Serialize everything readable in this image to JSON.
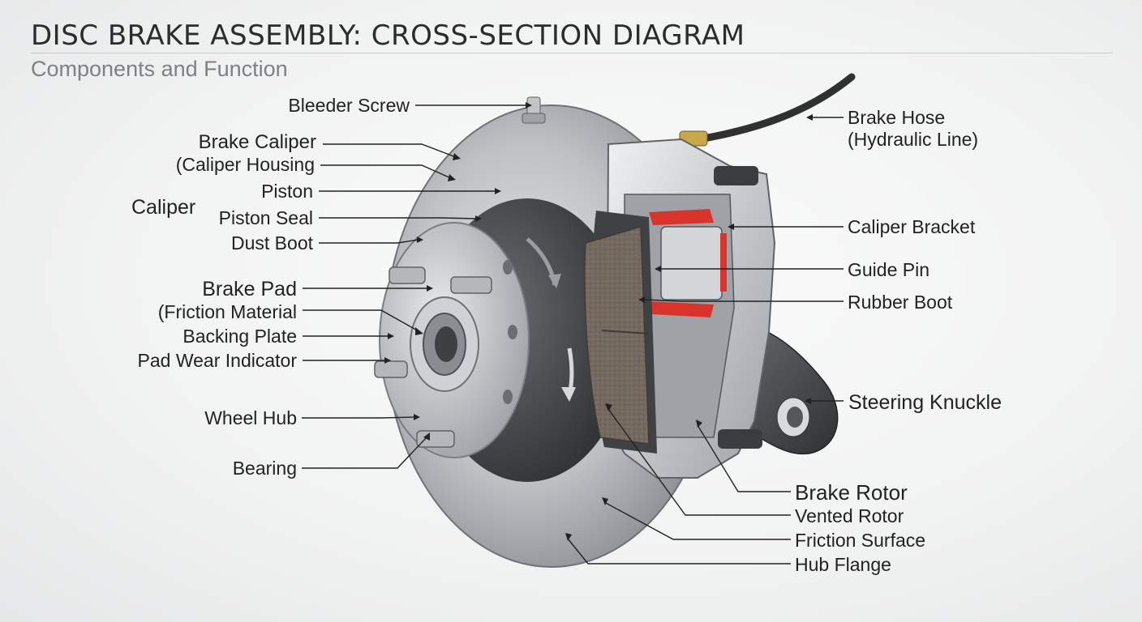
{
  "header": {
    "title": "DISC BRAKE ASSEMBLY: CROSS-SECTION DIAGRAM",
    "subtitle": "Components and Function"
  },
  "group_labels": {
    "caliper": "Caliper"
  },
  "left_labels": {
    "bleeder_screw": "Bleeder Screw",
    "brake_caliper": "Brake Caliper",
    "caliper_housing": "(Caliper Housing",
    "piston": "Piston",
    "piston_seal": "Piston Seal",
    "dust_boot": "Dust Boot",
    "brake_pad": "Brake Pad",
    "friction_material": "(Friction Material",
    "backing_plate": "Backing Plate",
    "pad_wear_indicator": "Pad Wear Indicator",
    "wheel_hub": "Wheel Hub",
    "bearing": "Bearing"
  },
  "right_labels": {
    "brake_hose": "Brake Hose",
    "hydraulic_line": "(Hydraulic Line)",
    "caliper_bracket": "Caliper Bracket",
    "guide_pin": "Guide Pin",
    "rubber_boot": "Rubber Boot",
    "steering_knuckle": "Steering Knuckle"
  },
  "bottom_labels": {
    "brake_rotor": "Brake Rotor",
    "vented_rotor": "Vented Rotor",
    "friction_surface": "Friction Surface",
    "hub_flange": "Hub Flange"
  },
  "colors": {
    "rotor": "#b9bcbf",
    "hat": "#4a4c4f",
    "caliper": "#d3d5d8",
    "pad_friction": "#6e655c",
    "seal_red": "#d8342c",
    "knuckle": "#4d4f52"
  }
}
